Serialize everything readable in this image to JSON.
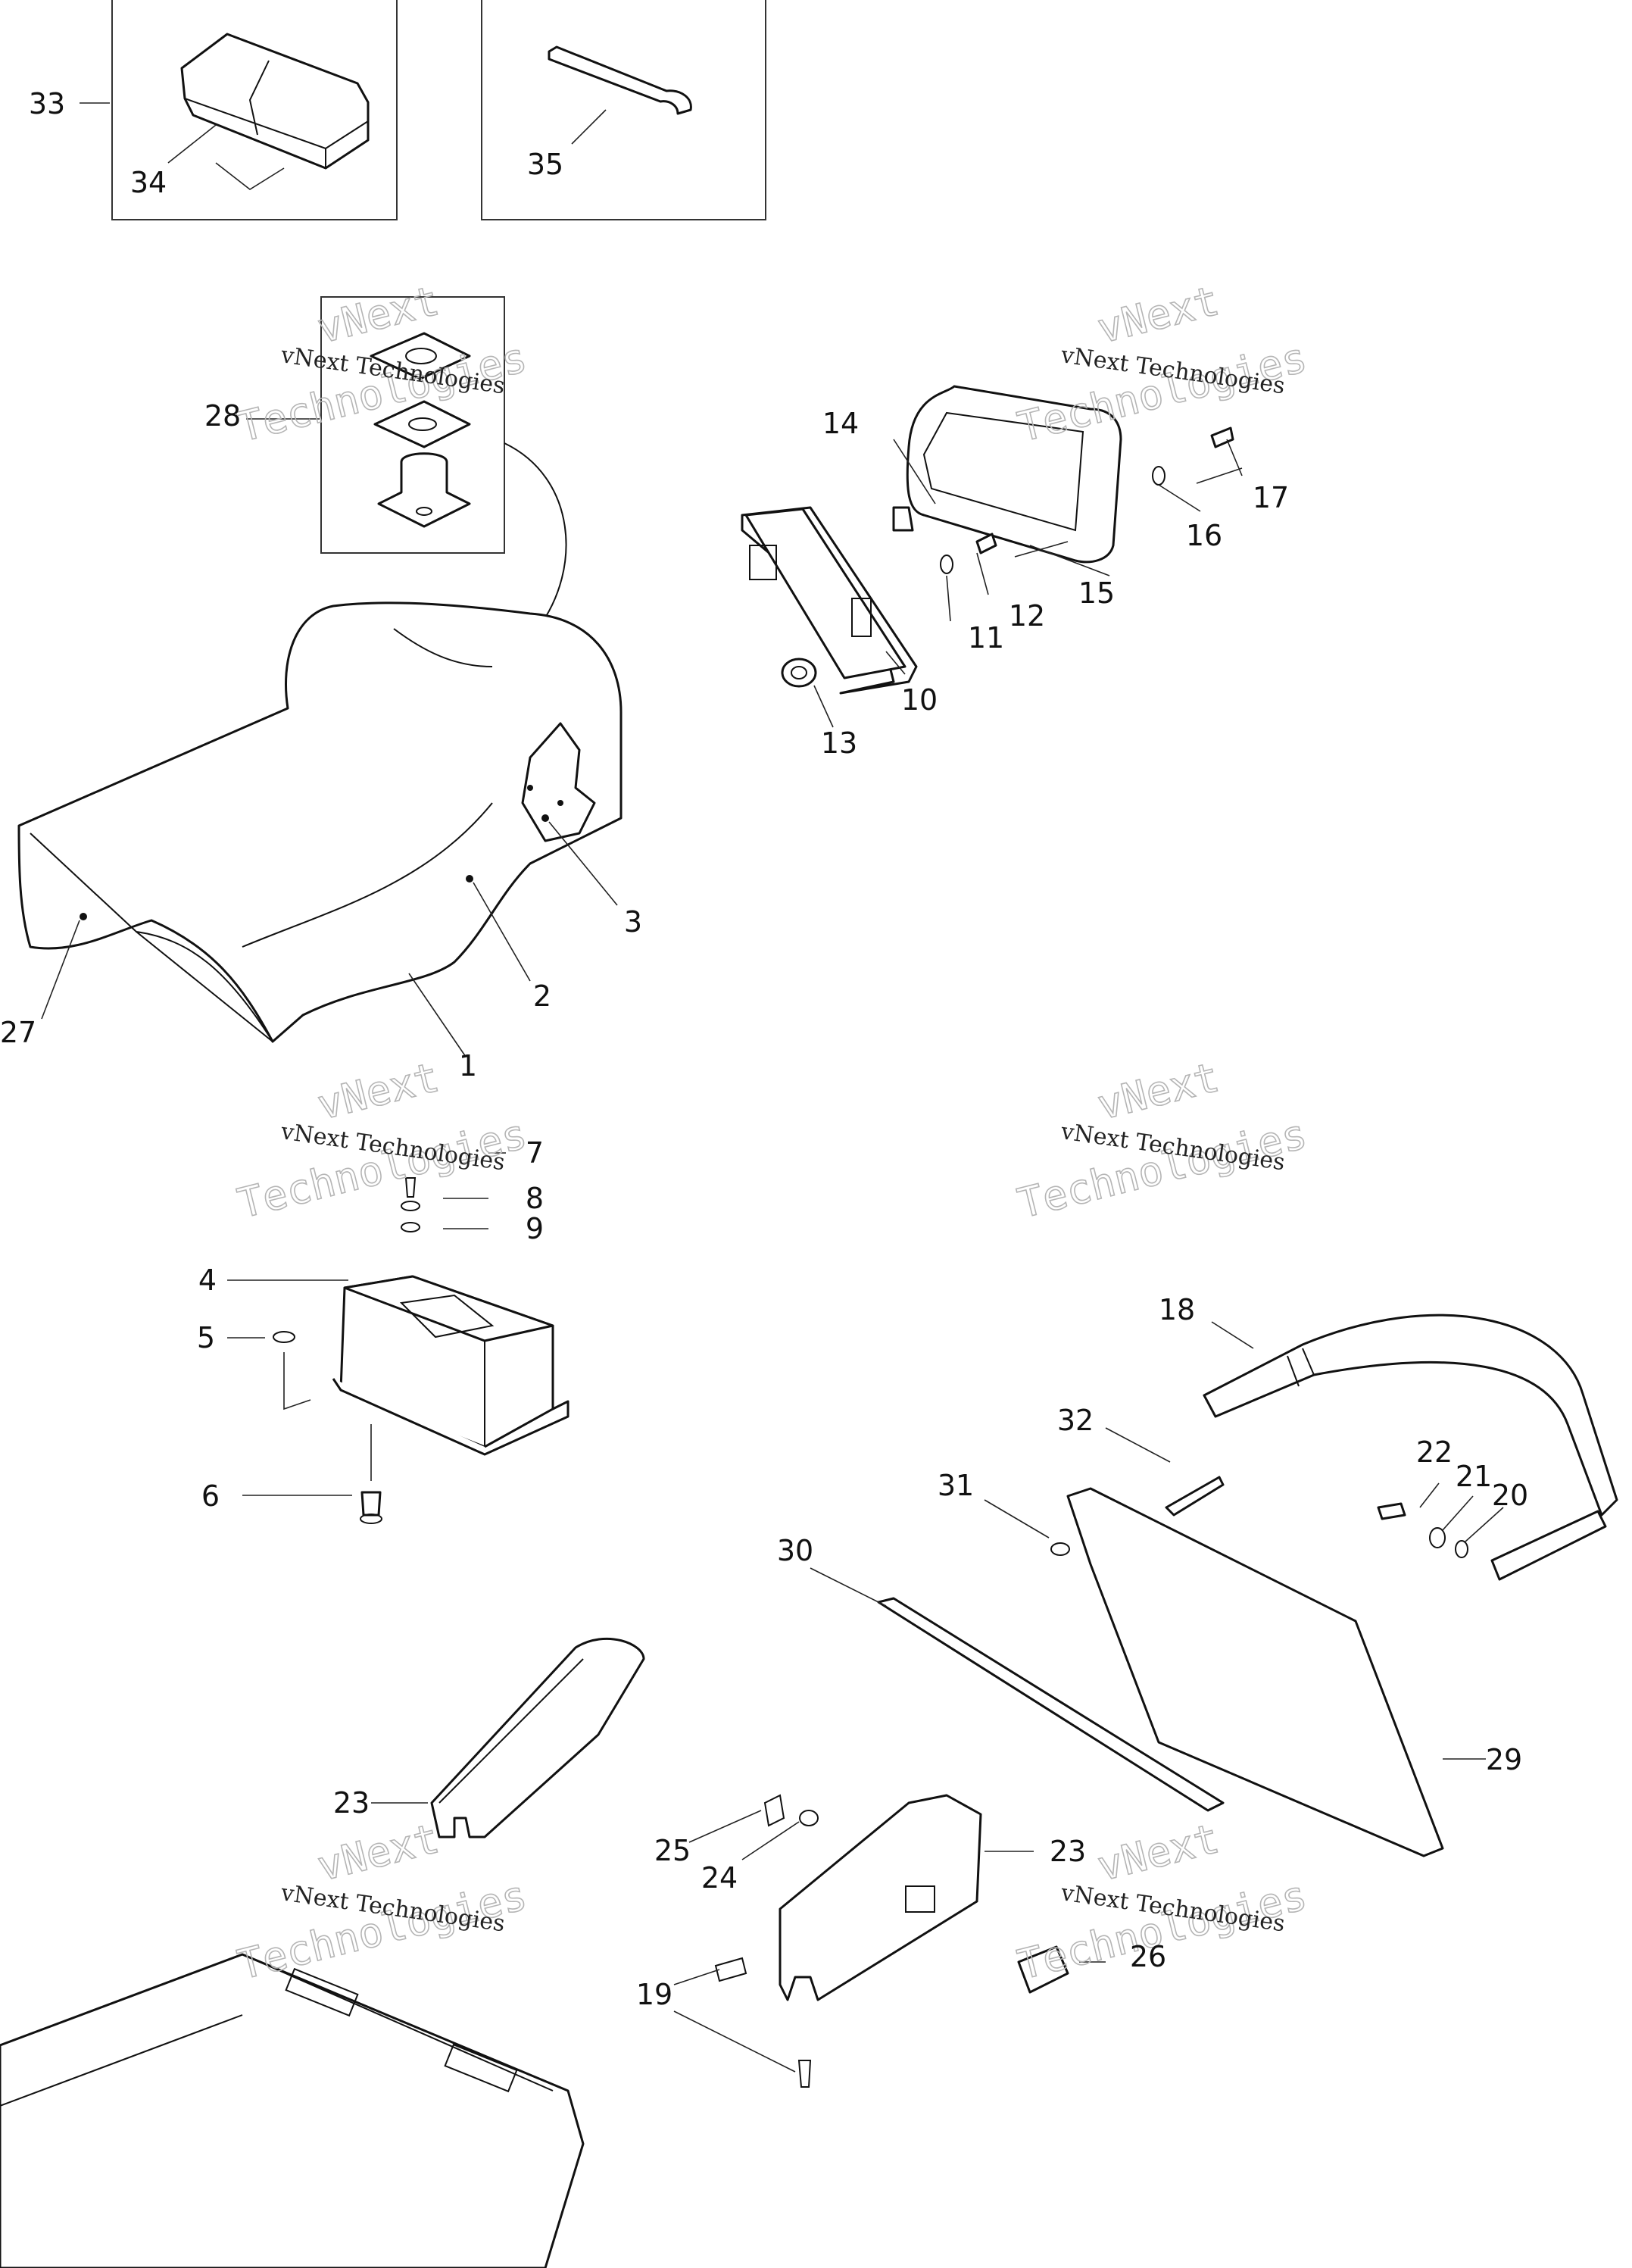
{
  "watermark": {
    "brand": "vNext Technologies",
    "word1": "vNext",
    "word2": "Technologies"
  },
  "callouts": [
    "1",
    "2",
    "3",
    "4",
    "5",
    "6",
    "7",
    "8",
    "9",
    "10",
    "11",
    "12",
    "13",
    "14",
    "15",
    "16",
    "17",
    "18",
    "19",
    "20",
    "21",
    "22",
    "23",
    "23",
    "24",
    "25",
    "26",
    "27",
    "28",
    "29",
    "30",
    "31",
    "32",
    "33",
    "34",
    "35"
  ]
}
